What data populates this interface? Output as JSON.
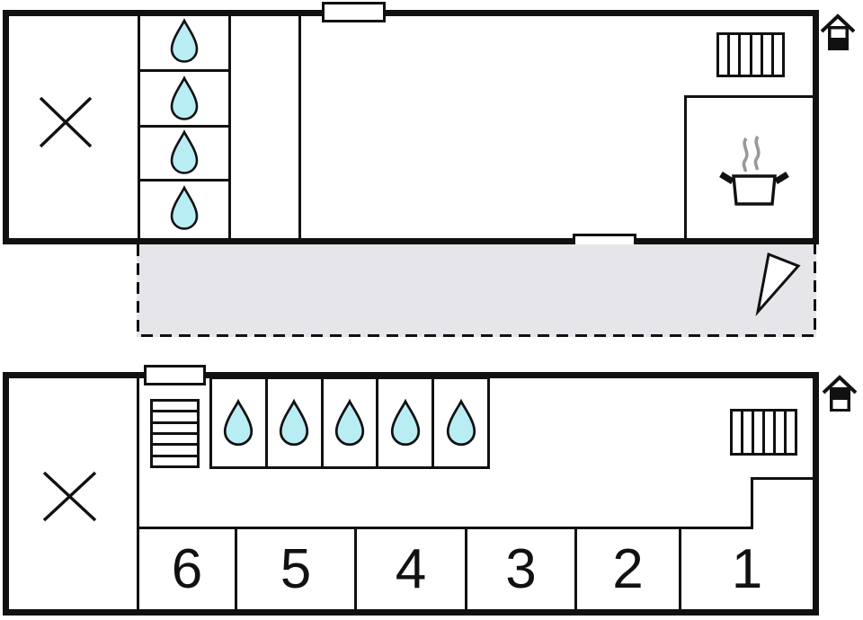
{
  "title": "Two-level holiday house floor plan",
  "colors": {
    "wall": "#111111",
    "water_drop_fill": "#b9edf4",
    "terrace_fill": "#e6e6ea",
    "steam": "#999999",
    "background": "#ffffff"
  },
  "upper_plan": {
    "crossed_room": {
      "icon": "x-mark"
    },
    "shower_cells": {
      "count": 4,
      "icon": "water-drop"
    },
    "radiator": {
      "icon": "radiator-striped-rectangle"
    },
    "kitchen": {
      "icon": "cooking-pot-with-steam"
    },
    "level_indicator": {
      "icon": "house-level",
      "highlighted_band": "bottom"
    },
    "windows": {
      "count": 2
    },
    "terrace": {
      "door_swing": {
        "icon": "door-swing-triangle"
      }
    }
  },
  "lower_plan": {
    "crossed_room": {
      "icon": "x-mark"
    },
    "staircase": {
      "icon": "stairs",
      "treads": 6
    },
    "shower_cells": {
      "count": 5,
      "icon": "water-drop"
    },
    "radiator": {
      "icon": "radiator-striped-rectangle"
    },
    "level_indicator": {
      "icon": "house-level",
      "highlighted_band": "top"
    },
    "windows": {
      "count": 1
    },
    "rooms": [
      {
        "label": "6"
      },
      {
        "label": "5"
      },
      {
        "label": "4"
      },
      {
        "label": "3"
      },
      {
        "label": "2"
      },
      {
        "label": "1"
      }
    ]
  }
}
